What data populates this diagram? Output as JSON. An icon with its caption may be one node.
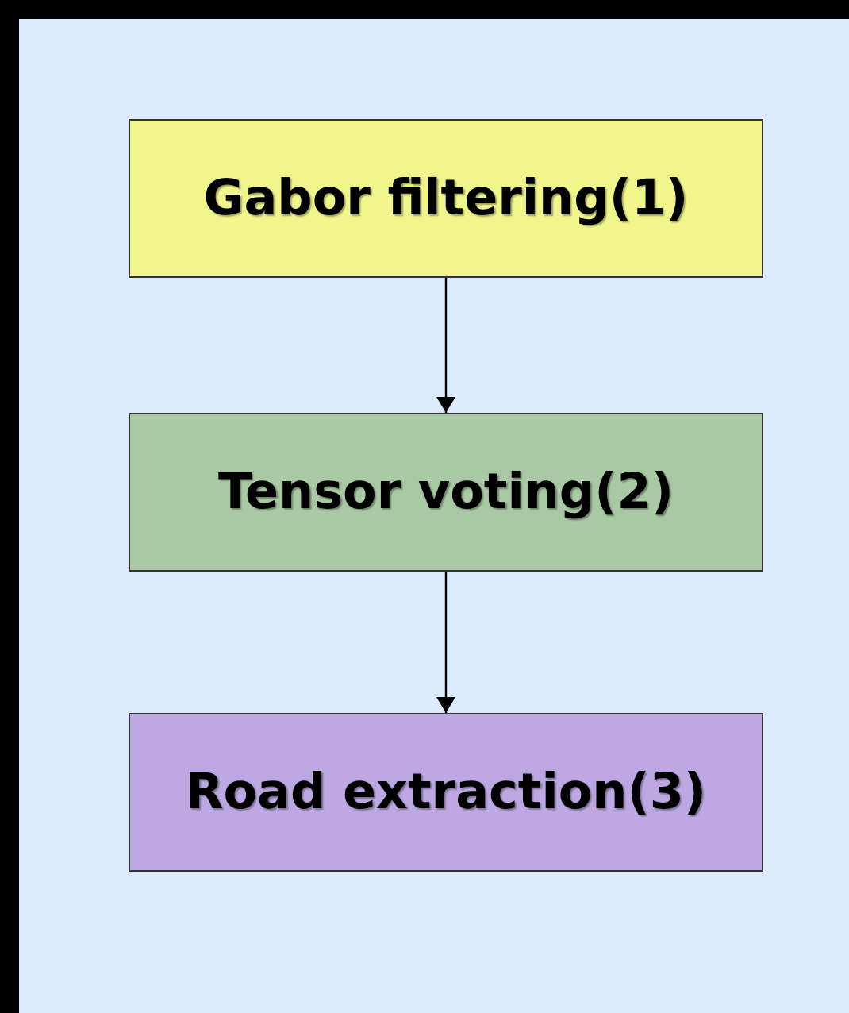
{
  "diagram": {
    "nodes": [
      {
        "text": [
          "Gabor filtering(1)"
        ]
      },
      {
        "text": [
          "Tensor voting(2)"
        ]
      },
      {
        "text": [
          "Road extraction(3)"
        ]
      }
    ],
    "edges": [
      {
        "from": 0,
        "to": 1,
        "arrow": "to"
      },
      {
        "from": 1,
        "to": 2,
        "arrow": "to"
      }
    ]
  }
}
